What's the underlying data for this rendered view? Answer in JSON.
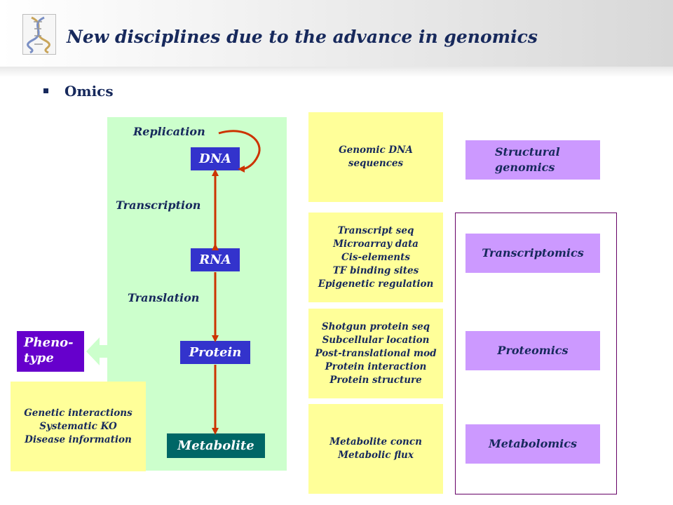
{
  "header": {
    "title": "New disciplines due to the advance in genomics"
  },
  "bullet": {
    "text": "Omics"
  },
  "flow": {
    "processes": {
      "replication": "Replication",
      "transcription": "Transcription",
      "translation": "Translation"
    },
    "molecules": {
      "dna": "DNA",
      "rna": "RNA",
      "protein": "Protein",
      "metabolite": "Metabolite"
    },
    "phenotype": "Pheno-\ntype",
    "genetic_box": "Genetic interactions\nSystematic KO\nDisease information"
  },
  "data_boxes": [
    "Genomic DNA\nsequences",
    "Transcript seq\nMicroarray data\nCis-elements\nTF binding sites\nEpigenetic regulation",
    "Shotgun protein seq\nSubcellular location\nPost-translational mod\nProtein interaction\nProtein structure",
    "Metabolite concn\nMetabolic flux"
  ],
  "disciplines": [
    "Structural\ngenomics",
    "Transcriptomics",
    "Proteomics",
    "Metabolomics"
  ],
  "colors": {
    "title": "#17295c",
    "flow_bg": "#ccffcc",
    "molecule": "#3333cc",
    "metabolite": "#006666",
    "phenotype": "#6600cc",
    "data_box": "#ffff99",
    "discipline": "#cc99ff",
    "arrow": "#cc3300",
    "outline": "#660066"
  },
  "icons": [
    "dna-helix-logo",
    "square-bullet-icon",
    "curved-arrow-icon",
    "double-arrow-icon",
    "down-arrow-icon",
    "left-block-arrow-icon"
  ]
}
